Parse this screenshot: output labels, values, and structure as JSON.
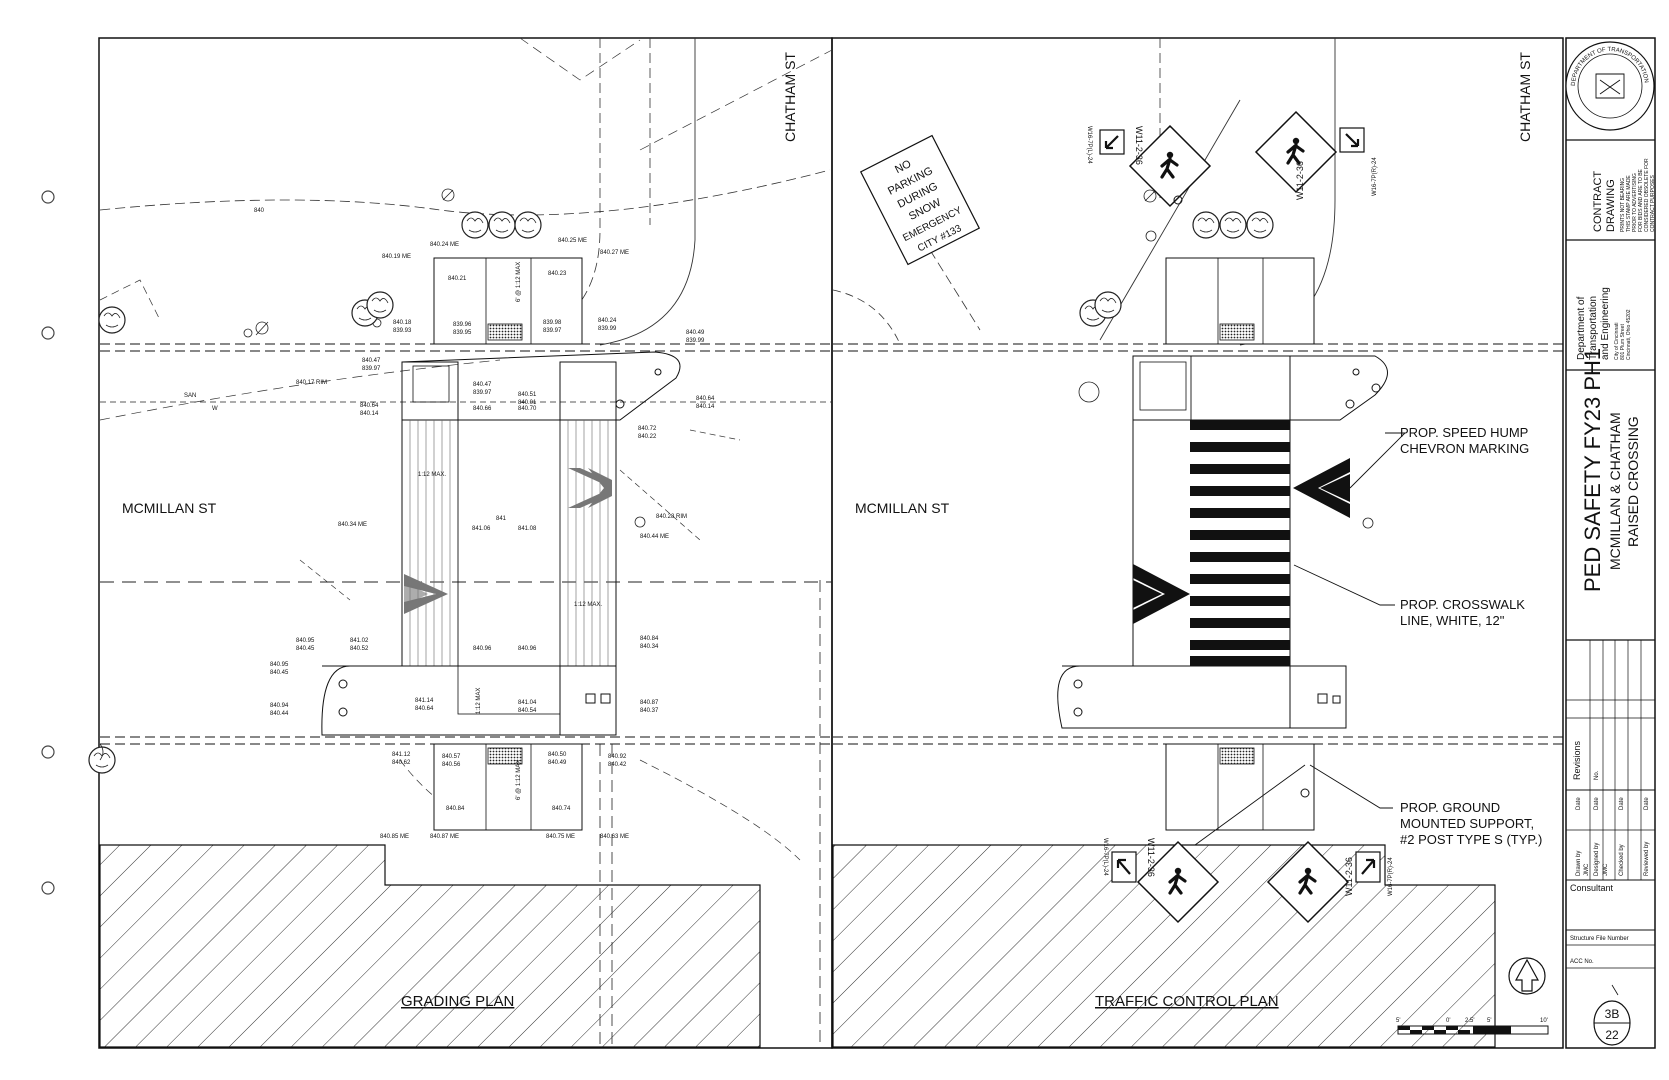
{
  "grading_plan": {
    "title": "GRADING PLAN",
    "streets": {
      "mcmillan": "MCMILLAN ST",
      "chatham": "CHATHAM ST"
    },
    "slopes": [
      "6' @ 1:12 MAX",
      "1:12 MAX.",
      "1:12 MAX.",
      "1:12 MAX",
      "6' @ 1:12 MAX"
    ],
    "utility_labels": [
      "SAN",
      "W",
      "840.17 RIM",
      "840.28 RIM"
    ],
    "elevations": [
      "840.24 ME",
      "840.25 ME",
      "840.19 ME",
      "840.27 ME",
      "840.21",
      "840.23",
      "840.18",
      "839.93",
      "839.96",
      "839.95",
      "839.98",
      "839.97",
      "840.24",
      "839.99",
      "840.47",
      "839.97",
      "840.51",
      "840.01",
      "840.47",
      "839.97",
      "840.49",
      "839.99",
      "840.64",
      "840.14",
      "840.66",
      "840.70",
      "840.64",
      "840.14",
      "840.72",
      "840.22",
      "840.34 ME",
      "841.06",
      "841.08",
      "840.44 ME",
      "840.95",
      "840.45",
      "841.02",
      "840.52",
      "840.96",
      "840.96",
      "840.84",
      "840.34",
      "840.95",
      "840.45",
      "841.14",
      "840.64",
      "841.04",
      "840.54",
      "840.87",
      "840.37",
      "840.94",
      "840.44",
      "841.12",
      "840.62",
      "840.57",
      "840.56",
      "840.50",
      "840.49",
      "840.92",
      "840.42",
      "840.84",
      "840.74",
      "840.85 ME",
      "840.87 ME",
      "840.75 ME",
      "840.63 ME",
      "840",
      "841"
    ]
  },
  "traffic_plan": {
    "title": "TRAFFIC CONTROL PLAN",
    "streets": {
      "mcmillan": "MCMILLAN ST",
      "chatham": "CHATHAM ST"
    },
    "no_parking_sign": [
      "NO",
      "PARKING",
      "DURING",
      "SNOW",
      "EMERGENCY",
      "CITY #133"
    ],
    "sign_codes": [
      "W11-2-36",
      "W16-7P(L)-24",
      "W11-2-36",
      "W16-7P(R)-24",
      "W11-2-36",
      "W16-7P(L)-24",
      "W11-2-36",
      "W16-7P(R)-24"
    ],
    "callouts": [
      {
        "lines": [
          "PROP. SPEED HUMP",
          "CHEVRON MARKING"
        ]
      },
      {
        "lines": [
          "PROP. CROSSWALK",
          "LINE, WHITE, 12\""
        ]
      },
      {
        "lines": [
          "PROP. GROUND",
          "MOUNTED SUPPORT,",
          "#2 POST TYPE S (TYP.)"
        ]
      }
    ],
    "scale_labels": [
      "5'",
      "0'",
      "2.5'",
      "5'",
      "10'"
    ]
  },
  "title_block": {
    "seal_text": "DEPARTMENT OF TRANSPORTATION AND ENGINEERING CITY OF CINCINNATI OHIO",
    "contract_drawing": [
      "CONTRACT",
      "DRAWING"
    ],
    "contract_note": [
      "PRINTS NOT BEARING",
      "THIS STAMP ARE MADE",
      "PRIOR TO ADVERTISING",
      "FOR BIDS AND ARE TO BE",
      "CONSIDERED OBSOLETE FOR",
      "CONTRACT PURPOSES"
    ],
    "department": [
      "Department of",
      "Transportation",
      "and Engineering"
    ],
    "address": [
      "City of Cincinnati",
      "801 Plum Street",
      "Cincinnati, Ohio 45202"
    ],
    "project_title": "PED SAFETY FY23 PH1",
    "project_subtitle": [
      "MCMILLAN & CHATHAM",
      "RAISED CROSSING"
    ],
    "revisions_label": "Revisions",
    "no_label": "No.",
    "date_label": "Date",
    "drawn_by_label": "Drawn by",
    "designed_by_label": "Designed by",
    "checked_by_label": "Checked by",
    "reviewed_by_label": "Reviewed by",
    "drawn_by": "JMC",
    "designed_by": "JMC",
    "consultant_label": "Consultant",
    "structure_file_label": "Structure File Number",
    "acc_label": "ACC No.",
    "sheet_number": "3B",
    "sheet_total": "22"
  }
}
